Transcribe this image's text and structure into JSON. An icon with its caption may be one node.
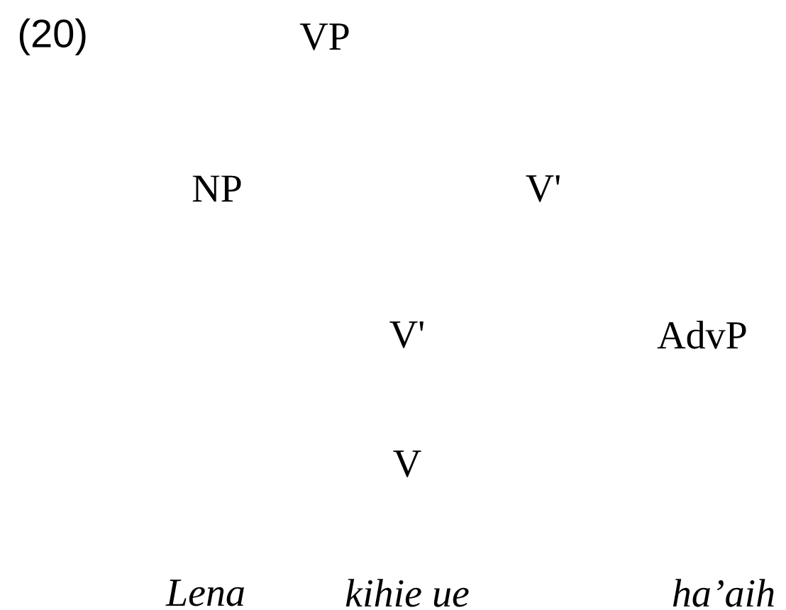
{
  "diagram": {
    "labels": [
      "(20)",
      "VP",
      "NP",
      "V'",
      "V'",
      "AdvP",
      "V",
      "Lena",
      "kihie ue",
      "ha’aih"
    ]
  }
}
